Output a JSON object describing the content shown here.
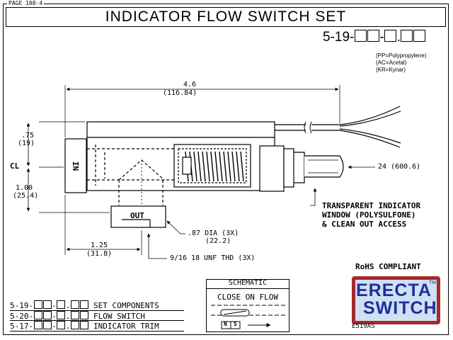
{
  "page_label": "PAGE 108-4",
  "title": "INDICATOR FLOW SWITCH SET",
  "part_number": {
    "prefix": "5-19-",
    "dash": "-",
    "dot": "."
  },
  "materials": [
    "(PP=Polypropylene)",
    "(AC=Acetal)",
    "(KR=Kynar)"
  ],
  "dimensions": {
    "length_in": "4.6",
    "length_mm": "(116.84)",
    "top_in": ".75",
    "top_mm": "(19)",
    "center_label": "CL",
    "height_in": "1.00",
    "height_mm": "(25.4)",
    "port_in": "1.25",
    "port_mm": "(31.8)",
    "dia_in": ".87 DIA (3X)",
    "dia_mm": "(22.2)",
    "thread": "9/16 18 UNF THD (3X)",
    "lead": "24 (600.6)"
  },
  "labels": {
    "in": "IN",
    "out": "OUT",
    "window_line1": "TRANSPARENT INDICATOR",
    "window_line2": "WINDOW (POLYSULFONE)",
    "window_line3": "& CLEAN OUT ACCESS"
  },
  "schematic": {
    "title": "SCHEMATIC",
    "subtitle": "CLOSE ON FLOW",
    "n": "N",
    "s": "S"
  },
  "rohs": "RoHS COMPLIANT",
  "logo": {
    "line1": "ERECTA",
    "line2": "SWITCH",
    "tm": "TM",
    "code": "E519AS"
  },
  "table": [
    {
      "prefix": "5-19-",
      "desc": "SET COMPONENTS"
    },
    {
      "prefix": "5-20-",
      "desc": "FLOW SWITCH"
    },
    {
      "prefix": "5-17-",
      "desc": "INDICATOR TRIM"
    }
  ],
  "colors": {
    "logo_border": "#a52a2a",
    "logo_fill": "#cfe0f3",
    "logo_text": "#1e2f9e"
  }
}
